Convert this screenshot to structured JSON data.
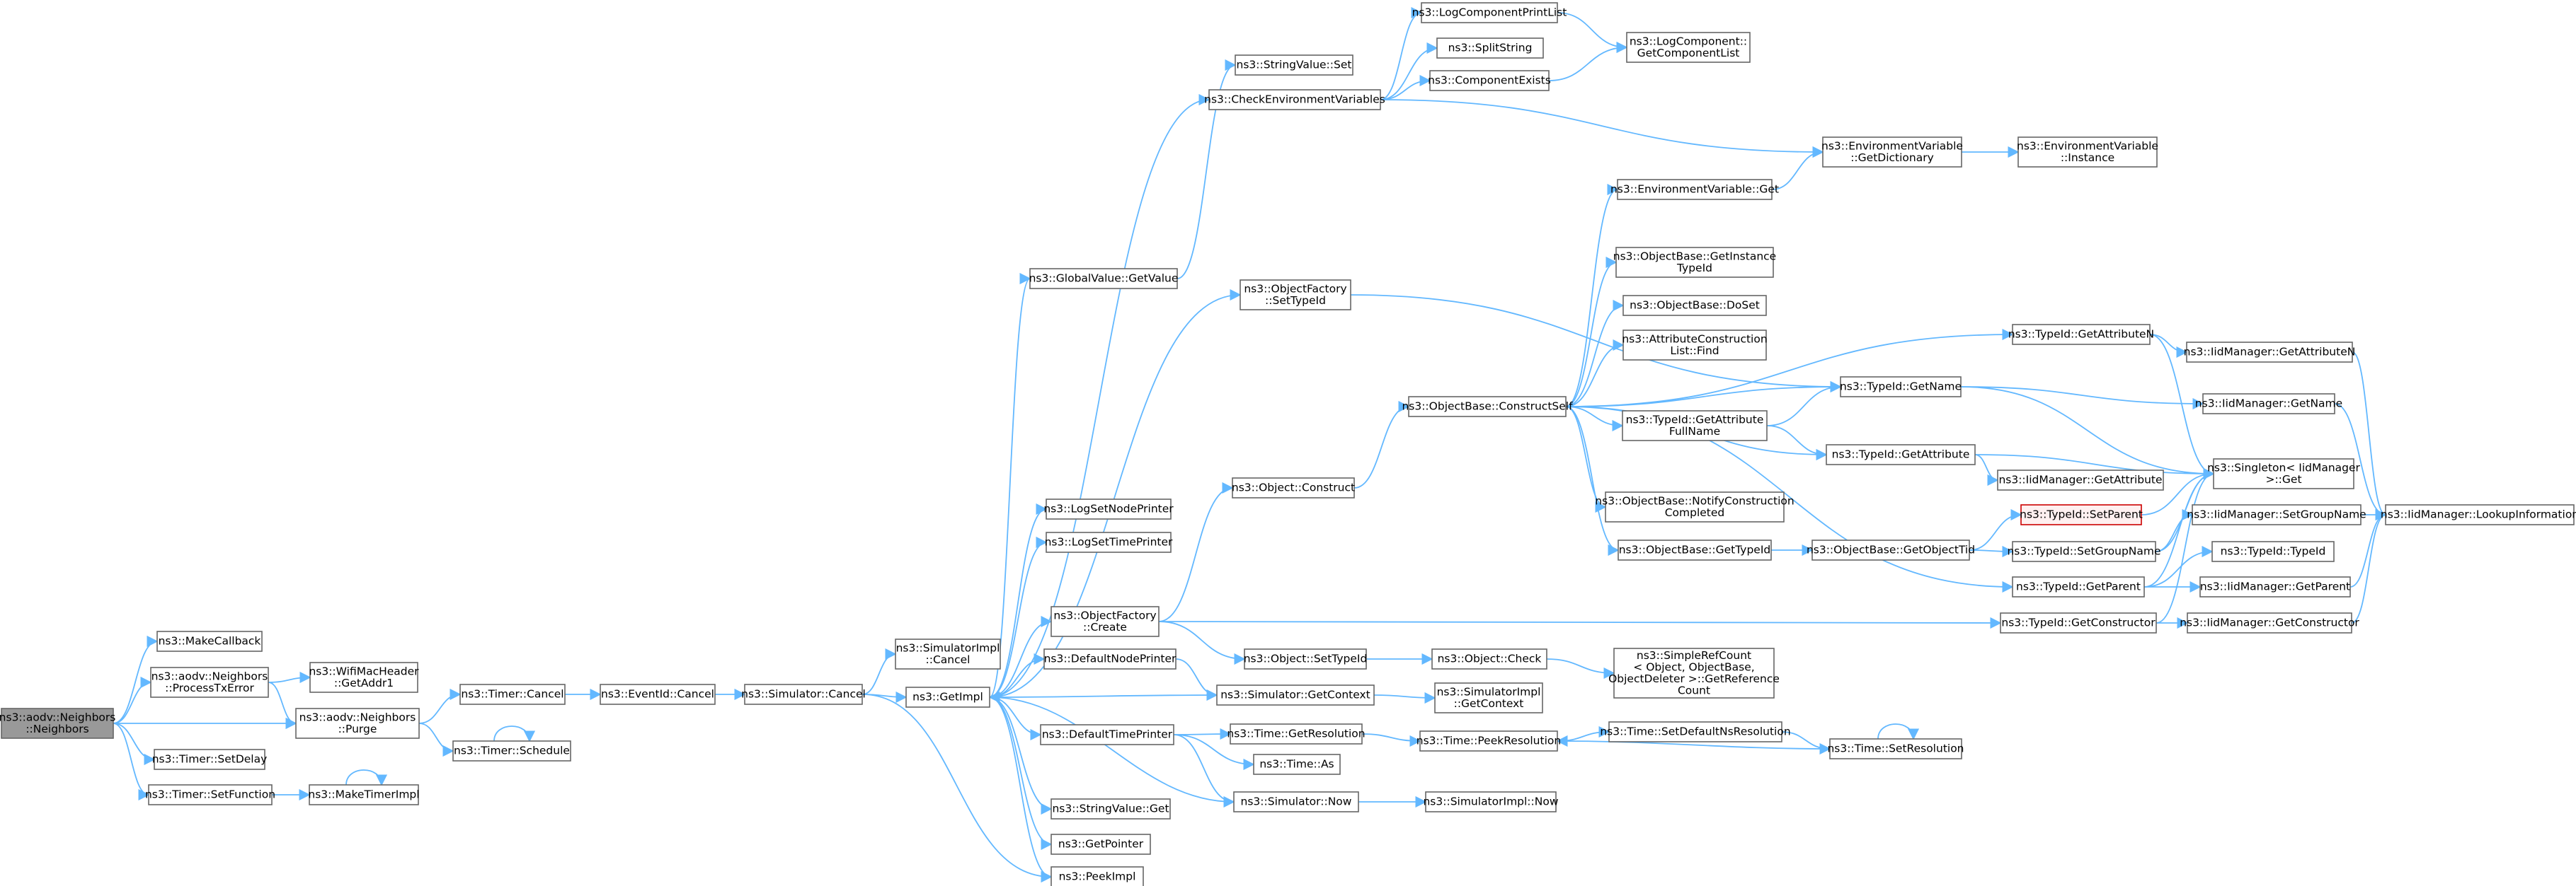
{
  "diagram": {
    "colors": {
      "edge": "#63b8ff",
      "node_border": "#666666",
      "root_fill": "#999999",
      "highlight_border": "#cc0000"
    },
    "nodes": [
      {
        "id": "root",
        "lines": [
          "ns3::aodv::Neighbors",
          "::Neighbors"
        ],
        "style": "root"
      },
      {
        "id": "makecb",
        "lines": [
          "ns3::MakeCallback"
        ]
      },
      {
        "id": "procTx",
        "lines": [
          "ns3::aodv::Neighbors",
          "::ProcessTxError"
        ]
      },
      {
        "id": "getAddr1",
        "lines": [
          "ns3::WifiMacHeader",
          "::GetAddr1"
        ]
      },
      {
        "id": "purge",
        "lines": [
          "ns3::aodv::Neighbors",
          "::Purge"
        ]
      },
      {
        "id": "timerSetDelay",
        "lines": [
          "ns3::Timer::SetDelay"
        ]
      },
      {
        "id": "timerSetFunc",
        "lines": [
          "ns3::Timer::SetFunction"
        ]
      },
      {
        "id": "makeTimerImpl",
        "lines": [
          "ns3::MakeTimerImpl"
        ]
      },
      {
        "id": "timerCancel",
        "lines": [
          "ns3::Timer::Cancel"
        ]
      },
      {
        "id": "timerSchedule",
        "lines": [
          "ns3::Timer::Schedule"
        ]
      },
      {
        "id": "eventIdCancel",
        "lines": [
          "ns3::EventId::Cancel"
        ]
      },
      {
        "id": "simCancel",
        "lines": [
          "ns3::Simulator::Cancel"
        ]
      },
      {
        "id": "simImplCancel",
        "lines": [
          "ns3::SimulatorImpl",
          "::Cancel"
        ]
      },
      {
        "id": "getImpl",
        "lines": [
          "ns3::GetImpl"
        ]
      },
      {
        "id": "gvGetValue",
        "lines": [
          "ns3::GlobalValue::GetValue"
        ]
      },
      {
        "id": "svSet",
        "lines": [
          "ns3::StringValue::Set"
        ]
      },
      {
        "id": "checkEnv",
        "lines": [
          "ns3::CheckEnvironmentVariables"
        ]
      },
      {
        "id": "logCompPrint",
        "lines": [
          "ns3::LogComponentPrintList"
        ]
      },
      {
        "id": "splitString",
        "lines": [
          "ns3::SplitString"
        ]
      },
      {
        "id": "compExists",
        "lines": [
          "ns3::ComponentExists"
        ]
      },
      {
        "id": "logCompGetList",
        "lines": [
          "ns3::LogComponent::",
          "GetComponentList"
        ]
      },
      {
        "id": "envGetDict",
        "lines": [
          "ns3::EnvironmentVariable",
          "::GetDictionary"
        ]
      },
      {
        "id": "envInstance",
        "lines": [
          "ns3::EnvironmentVariable",
          "::Instance"
        ]
      },
      {
        "id": "envGet",
        "lines": [
          "ns3::EnvironmentVariable::Get"
        ]
      },
      {
        "id": "objFactSetTypeId",
        "lines": [
          "ns3::ObjectFactory",
          "::SetTypeId"
        ]
      },
      {
        "id": "objBaseGetInst",
        "lines": [
          "ns3::ObjectBase::GetInstance",
          "TypeId"
        ]
      },
      {
        "id": "objBaseDoSet",
        "lines": [
          "ns3::ObjectBase::DoSet"
        ]
      },
      {
        "id": "attrConsFind",
        "lines": [
          "ns3::AttributeConstruction",
          "List::Find"
        ]
      },
      {
        "id": "constructSelf",
        "lines": [
          "ns3::ObjectBase::ConstructSelf"
        ]
      },
      {
        "id": "typeIdGetName",
        "lines": [
          "ns3::TypeId::GetName"
        ]
      },
      {
        "id": "typeIdGetAttrN",
        "lines": [
          "ns3::TypeId::GetAttributeN"
        ]
      },
      {
        "id": "iidGetAttrN",
        "lines": [
          "ns3::IidManager::GetAttributeN"
        ]
      },
      {
        "id": "iidGetName",
        "lines": [
          "ns3::IidManager::GetName"
        ]
      },
      {
        "id": "typeIdGetAttrFull",
        "lines": [
          "ns3::TypeId::GetAttribute",
          "FullName"
        ]
      },
      {
        "id": "typeIdGetAttr",
        "lines": [
          "ns3::TypeId::GetAttribute"
        ]
      },
      {
        "id": "iidGetAttr",
        "lines": [
          "ns3::IidManager::GetAttribute"
        ]
      },
      {
        "id": "singletonGet",
        "lines": [
          "ns3::Singleton< IidManager",
          ">::Get"
        ]
      },
      {
        "id": "lookupInfo",
        "lines": [
          "ns3::IidManager::LookupInformation"
        ]
      },
      {
        "id": "logSetNode",
        "lines": [
          "ns3::LogSetNodePrinter"
        ]
      },
      {
        "id": "logSetTime",
        "lines": [
          "ns3::LogSetTimePrinter"
        ]
      },
      {
        "id": "objConstruct",
        "lines": [
          "ns3::Object::Construct"
        ]
      },
      {
        "id": "objBaseNotify",
        "lines": [
          "ns3::ObjectBase::NotifyConstruction",
          "Completed"
        ]
      },
      {
        "id": "typeIdSetParent",
        "lines": [
          "ns3::TypeId::SetParent"
        ],
        "style": "red"
      },
      {
        "id": "iidSetGroupName",
        "lines": [
          "ns3::IidManager::SetGroupName"
        ]
      },
      {
        "id": "objBaseGetTypeId",
        "lines": [
          "ns3::ObjectBase::GetTypeId"
        ]
      },
      {
        "id": "objBaseGetObjTid",
        "lines": [
          "ns3::ObjectBase::GetObjectTid"
        ]
      },
      {
        "id": "typeIdSetGroupName",
        "lines": [
          "ns3::TypeId::SetGroupName"
        ]
      },
      {
        "id": "typeIdTypeId",
        "lines": [
          "ns3::TypeId::TypeId"
        ]
      },
      {
        "id": "typeIdGetParent",
        "lines": [
          "ns3::TypeId::GetParent"
        ]
      },
      {
        "id": "iidGetParent",
        "lines": [
          "ns3::IidManager::GetParent"
        ]
      },
      {
        "id": "objFactCreate",
        "lines": [
          "ns3::ObjectFactory",
          "::Create"
        ]
      },
      {
        "id": "typeIdGetCtor",
        "lines": [
          "ns3::TypeId::GetConstructor"
        ]
      },
      {
        "id": "iidGetCtor",
        "lines": [
          "ns3::IidManager::GetConstructor"
        ]
      },
      {
        "id": "defNodePrinter",
        "lines": [
          "ns3::DefaultNodePrinter"
        ]
      },
      {
        "id": "objSetTypeId",
        "lines": [
          "ns3::Object::SetTypeId"
        ]
      },
      {
        "id": "objCheck",
        "lines": [
          "ns3::Object::Check"
        ]
      },
      {
        "id": "simpleRefCount",
        "lines": [
          "ns3::SimpleRefCount",
          "< Object, ObjectBase,",
          "ObjectDeleter >::GetReference",
          "Count"
        ]
      },
      {
        "id": "simGetContext",
        "lines": [
          "ns3::Simulator::GetContext"
        ]
      },
      {
        "id": "simImplGetCtx",
        "lines": [
          "ns3::SimulatorImpl",
          "::GetContext"
        ]
      },
      {
        "id": "defTimePrinter",
        "lines": [
          "ns3::DefaultTimePrinter"
        ]
      },
      {
        "id": "timeGetRes",
        "lines": [
          "ns3::Time::GetResolution"
        ]
      },
      {
        "id": "timeAs",
        "lines": [
          "ns3::Time::As"
        ]
      },
      {
        "id": "timePeekRes",
        "lines": [
          "ns3::Time::PeekResolution"
        ]
      },
      {
        "id": "timeSetDefNs",
        "lines": [
          "ns3::Time::SetDefaultNsResolution"
        ]
      },
      {
        "id": "timeSetRes",
        "lines": [
          "ns3::Time::SetResolution"
        ]
      },
      {
        "id": "simNow",
        "lines": [
          "ns3::Simulator::Now"
        ]
      },
      {
        "id": "simImplNow",
        "lines": [
          "ns3::SimulatorImpl::Now"
        ]
      },
      {
        "id": "svGet",
        "lines": [
          "ns3::StringValue::Get"
        ]
      },
      {
        "id": "getPointer",
        "lines": [
          "ns3::GetPointer"
        ]
      },
      {
        "id": "peekImpl",
        "lines": [
          "ns3::PeekImpl"
        ]
      }
    ],
    "edges": [
      [
        "root",
        "makecb"
      ],
      [
        "root",
        "procTx"
      ],
      [
        "root",
        "purge"
      ],
      [
        "root",
        "timerSetDelay"
      ],
      [
        "root",
        "timerSetFunc"
      ],
      [
        "procTx",
        "getAddr1"
      ],
      [
        "procTx",
        "purge"
      ],
      [
        "purge",
        "timerCancel"
      ],
      [
        "purge",
        "timerSchedule"
      ],
      [
        "timerSchedule",
        "timerSchedule"
      ],
      [
        "timerSetFunc",
        "makeTimerImpl"
      ],
      [
        "makeTimerImpl",
        "makeTimerImpl"
      ],
      [
        "timerCancel",
        "eventIdCancel"
      ],
      [
        "eventIdCancel",
        "simCancel"
      ],
      [
        "simCancel",
        "simImplCancel"
      ],
      [
        "simCancel",
        "getImpl"
      ],
      [
        "simCancel",
        "peekImpl"
      ],
      [
        "getImpl",
        "gvGetValue"
      ],
      [
        "getImpl",
        "checkEnv"
      ],
      [
        "getImpl",
        "objFactSetTypeId"
      ],
      [
        "getImpl",
        "logSetNode"
      ],
      [
        "getImpl",
        "logSetTime"
      ],
      [
        "getImpl",
        "objFactCreate"
      ],
      [
        "getImpl",
        "defNodePrinter"
      ],
      [
        "getImpl",
        "defTimePrinter"
      ],
      [
        "getImpl",
        "svGet"
      ],
      [
        "getImpl",
        "getPointer"
      ],
      [
        "getImpl",
        "peekImpl"
      ],
      [
        "gvGetValue",
        "svSet"
      ],
      [
        "checkEnv",
        "logCompPrint"
      ],
      [
        "checkEnv",
        "splitString"
      ],
      [
        "checkEnv",
        "compExists"
      ],
      [
        "checkEnv",
        "envGetDict"
      ],
      [
        "logCompPrint",
        "logCompGetList"
      ],
      [
        "compExists",
        "logCompGetList"
      ],
      [
        "envGetDict",
        "envInstance"
      ],
      [
        "envGet",
        "envGetDict"
      ],
      [
        "objFactSetTypeId",
        "typeIdGetName"
      ],
      [
        "objFactCreate",
        "objConstruct"
      ],
      [
        "objFactCreate",
        "objSetTypeId"
      ],
      [
        "objFactCreate",
        "typeIdGetCtor"
      ],
      [
        "objConstruct",
        "constructSelf"
      ],
      [
        "constructSelf",
        "envGet"
      ],
      [
        "constructSelf",
        "objBaseGetInst"
      ],
      [
        "constructSelf",
        "objBaseDoSet"
      ],
      [
        "constructSelf",
        "attrConsFind"
      ],
      [
        "constructSelf",
        "typeIdGetAttrN"
      ],
      [
        "constructSelf",
        "typeIdGetName"
      ],
      [
        "constructSelf",
        "typeIdGetAttrFull"
      ],
      [
        "constructSelf",
        "typeIdGetAttr"
      ],
      [
        "constructSelf",
        "objBaseNotify"
      ],
      [
        "constructSelf",
        "objBaseGetTypeId"
      ],
      [
        "constructSelf",
        "typeIdGetParent"
      ],
      [
        "typeIdGetAttrN",
        "iidGetAttrN"
      ],
      [
        "typeIdGetAttrN",
        "singletonGet"
      ],
      [
        "iidGetAttrN",
        "lookupInfo"
      ],
      [
        "typeIdGetName",
        "iidGetName"
      ],
      [
        "typeIdGetName",
        "singletonGet"
      ],
      [
        "iidGetName",
        "lookupInfo"
      ],
      [
        "typeIdGetAttrFull",
        "typeIdGetName"
      ],
      [
        "typeIdGetAttrFull",
        "typeIdGetAttr"
      ],
      [
        "typeIdGetAttr",
        "iidGetAttr"
      ],
      [
        "typeIdGetAttr",
        "singletonGet"
      ],
      [
        "objBaseGetTypeId",
        "objBaseGetObjTid"
      ],
      [
        "objBaseGetObjTid",
        "typeIdSetParent"
      ],
      [
        "objBaseGetObjTid",
        "typeIdSetGroupName"
      ],
      [
        "typeIdSetParent",
        "singletonGet"
      ],
      [
        "typeIdSetGroupName",
        "iidSetGroupName"
      ],
      [
        "typeIdSetGroupName",
        "singletonGet"
      ],
      [
        "iidSetGroupName",
        "lookupInfo"
      ],
      [
        "typeIdGetParent",
        "singletonGet"
      ],
      [
        "typeIdGetParent",
        "typeIdTypeId"
      ],
      [
        "typeIdGetParent",
        "iidGetParent"
      ],
      [
        "iidGetParent",
        "lookupInfo"
      ],
      [
        "typeIdGetCtor",
        "iidGetCtor"
      ],
      [
        "typeIdGetCtor",
        "singletonGet"
      ],
      [
        "iidGetCtor",
        "lookupInfo"
      ],
      [
        "objSetTypeId",
        "objCheck"
      ],
      [
        "objCheck",
        "simpleRefCount"
      ],
      [
        "defNodePrinter",
        "simGetContext"
      ],
      [
        "simGetContext",
        "simImplGetCtx"
      ],
      [
        "simGetContext",
        "getImpl"
      ],
      [
        "defTimePrinter",
        "timeGetRes"
      ],
      [
        "defTimePrinter",
        "timeAs"
      ],
      [
        "defTimePrinter",
        "simNow"
      ],
      [
        "timeGetRes",
        "timePeekRes"
      ],
      [
        "timePeekRes",
        "timeSetDefNs"
      ],
      [
        "timeSetDefNs",
        "timeSetRes"
      ],
      [
        "timeSetRes",
        "timePeekRes"
      ],
      [
        "timeSetRes",
        "timeSetRes"
      ],
      [
        "simNow",
        "simImplNow"
      ],
      [
        "simNow",
        "getImpl"
      ]
    ]
  }
}
